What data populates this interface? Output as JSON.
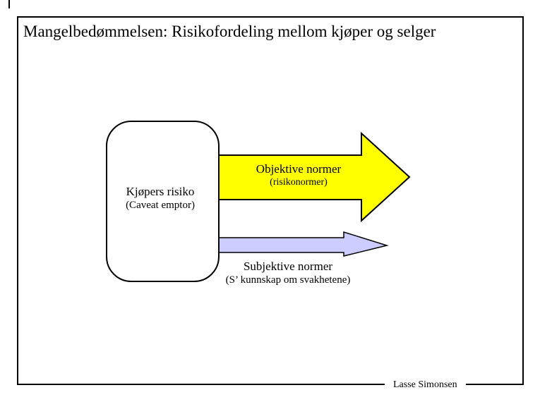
{
  "slide": {
    "title": "Mangelbedømmelsen: Risikofordeling mellom kjøper og selger",
    "author": "Lasse Simonsen"
  },
  "diagram": {
    "buyer_risk_box": {
      "title": "Kjøpers risiko",
      "subtitle": "(Caveat emptor)"
    },
    "objective_arrow": {
      "label": "Objektive normer",
      "sublabel": "(risikonormer)",
      "fill": "#FFFF00",
      "stroke": "#000000"
    },
    "subjective_arrow": {
      "label": "Subjektive normer",
      "sublabel": "(S’ kunnskap om svakhetene)",
      "fill": "#CCCCFF",
      "stroke": "#000000"
    }
  }
}
